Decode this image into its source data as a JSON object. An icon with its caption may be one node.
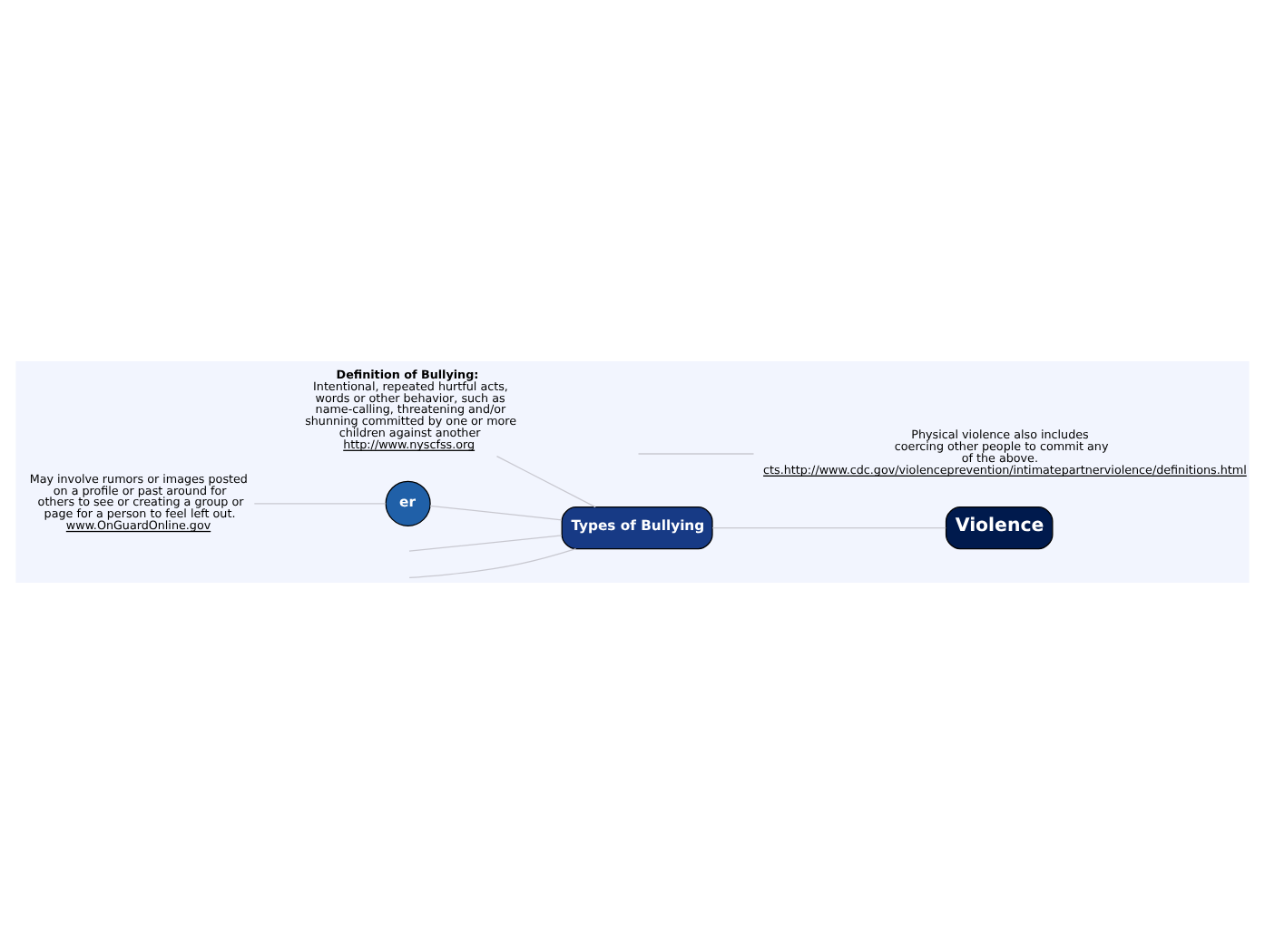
{
  "diagram": {
    "nodes": [
      {
        "text": [
          "Violence"
        ]
      },
      {
        "text": [
          "Types of Bullying"
        ]
      },
      {
        "text": [
          "Definition of Bullying:",
          "Intentional, repeated hurtful acts, words or other behavior, such as name-calling, threatening and/or shunning committed by one or more children against another",
          "http://www.nyscfss.org"
        ]
      },
      {
        "text": [
          "er"
        ]
      },
      {
        "text": [
          "May involve rumors or images posted on a profile or past around for others to see or creating a group or page for a person to feel left out.",
          "www.OnGuardOnline.gov"
        ]
      },
      {
        "text": [
          "Physical violence also includes coercing other people to commit any of the above.",
          "cts.http://www.cdc.gov/violenceprevention/intimatepartnerviolence/definitions.html"
        ]
      }
    ],
    "edges": [
      {
        "from": 0,
        "to": 1,
        "arrow": "none"
      },
      {
        "from": 1,
        "to": 2,
        "arrow": "none"
      },
      {
        "from": 1,
        "to": 3,
        "arrow": "none"
      },
      {
        "from": 3,
        "to": 4,
        "arrow": "none"
      },
      {
        "from": 1,
        "to": null,
        "arrow": "none"
      },
      {
        "from": 1,
        "to": null,
        "arrow": "none"
      },
      {
        "from": 5,
        "to": null,
        "arrow": "none"
      }
    ]
  }
}
